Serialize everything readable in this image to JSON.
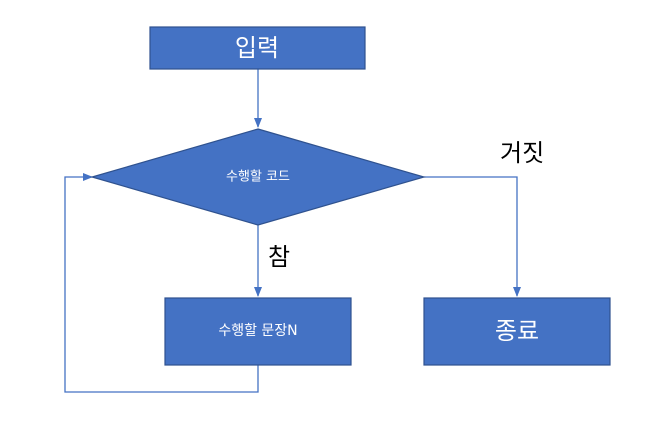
{
  "diagram": {
    "nodes": {
      "input": {
        "label": "입력"
      },
      "decision": {
        "label": "수행할 코드"
      },
      "statement": {
        "label": "수행할 문장N"
      },
      "end": {
        "label": "종료"
      }
    },
    "edges": {
      "true_label": "참",
      "false_label": "거짓"
    },
    "colors": {
      "node_fill": "#4472c4",
      "node_border": "#2f528f",
      "edge": "#4472c4",
      "label_text": "#ffffff",
      "edge_text": "#000000"
    }
  }
}
